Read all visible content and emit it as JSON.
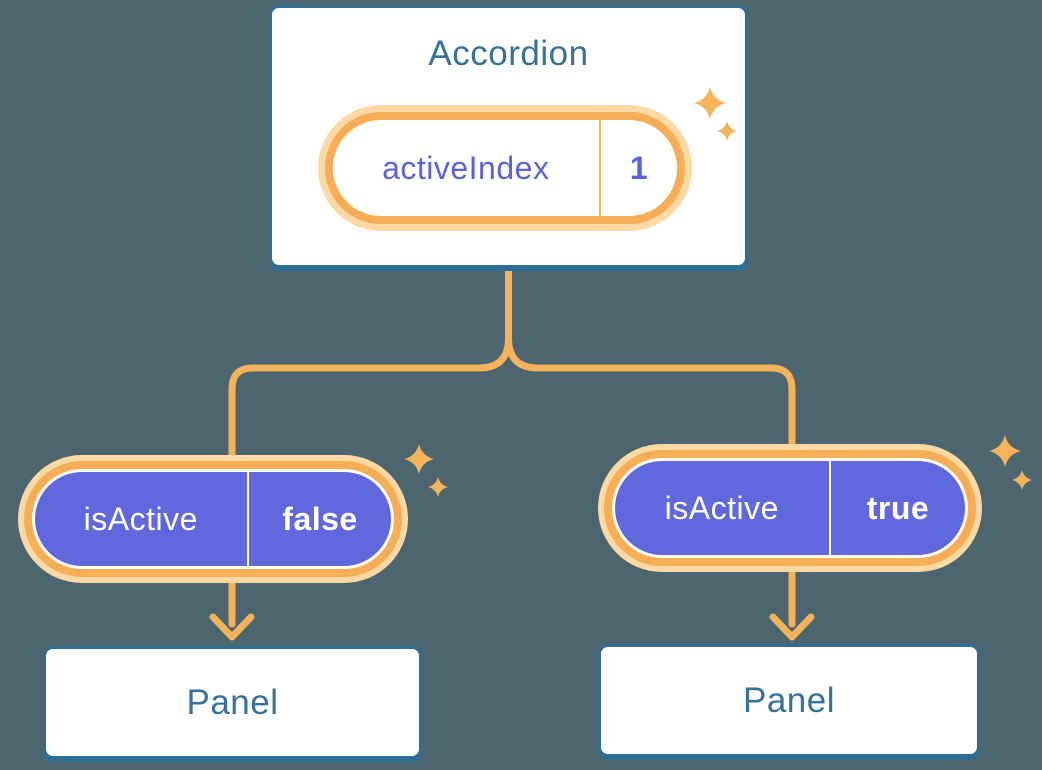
{
  "diagram": {
    "root": {
      "title": "Accordion",
      "state_pill": {
        "label": "activeIndex",
        "value": "1"
      }
    },
    "branches": [
      {
        "prop_pill": {
          "label": "isActive",
          "value": "false"
        },
        "child": {
          "title": "Panel"
        }
      },
      {
        "prop_pill": {
          "label": "isActive",
          "value": "true"
        },
        "child": {
          "title": "Panel"
        }
      }
    ]
  },
  "icons": [
    "sparkle-icon",
    "arrow-down-icon",
    "fork-connector"
  ],
  "colors": {
    "background": "#4d656f",
    "node_border_blue": "#2e6e94",
    "node_text_blue": "#35719a",
    "pill_purple": "#6168de",
    "pill_text_indigo": "#5b62dd",
    "orange": "#f5ad56",
    "orange_line": "#f5b35c",
    "orange_halo": "#fbd9a4",
    "white": "#ffffff"
  }
}
